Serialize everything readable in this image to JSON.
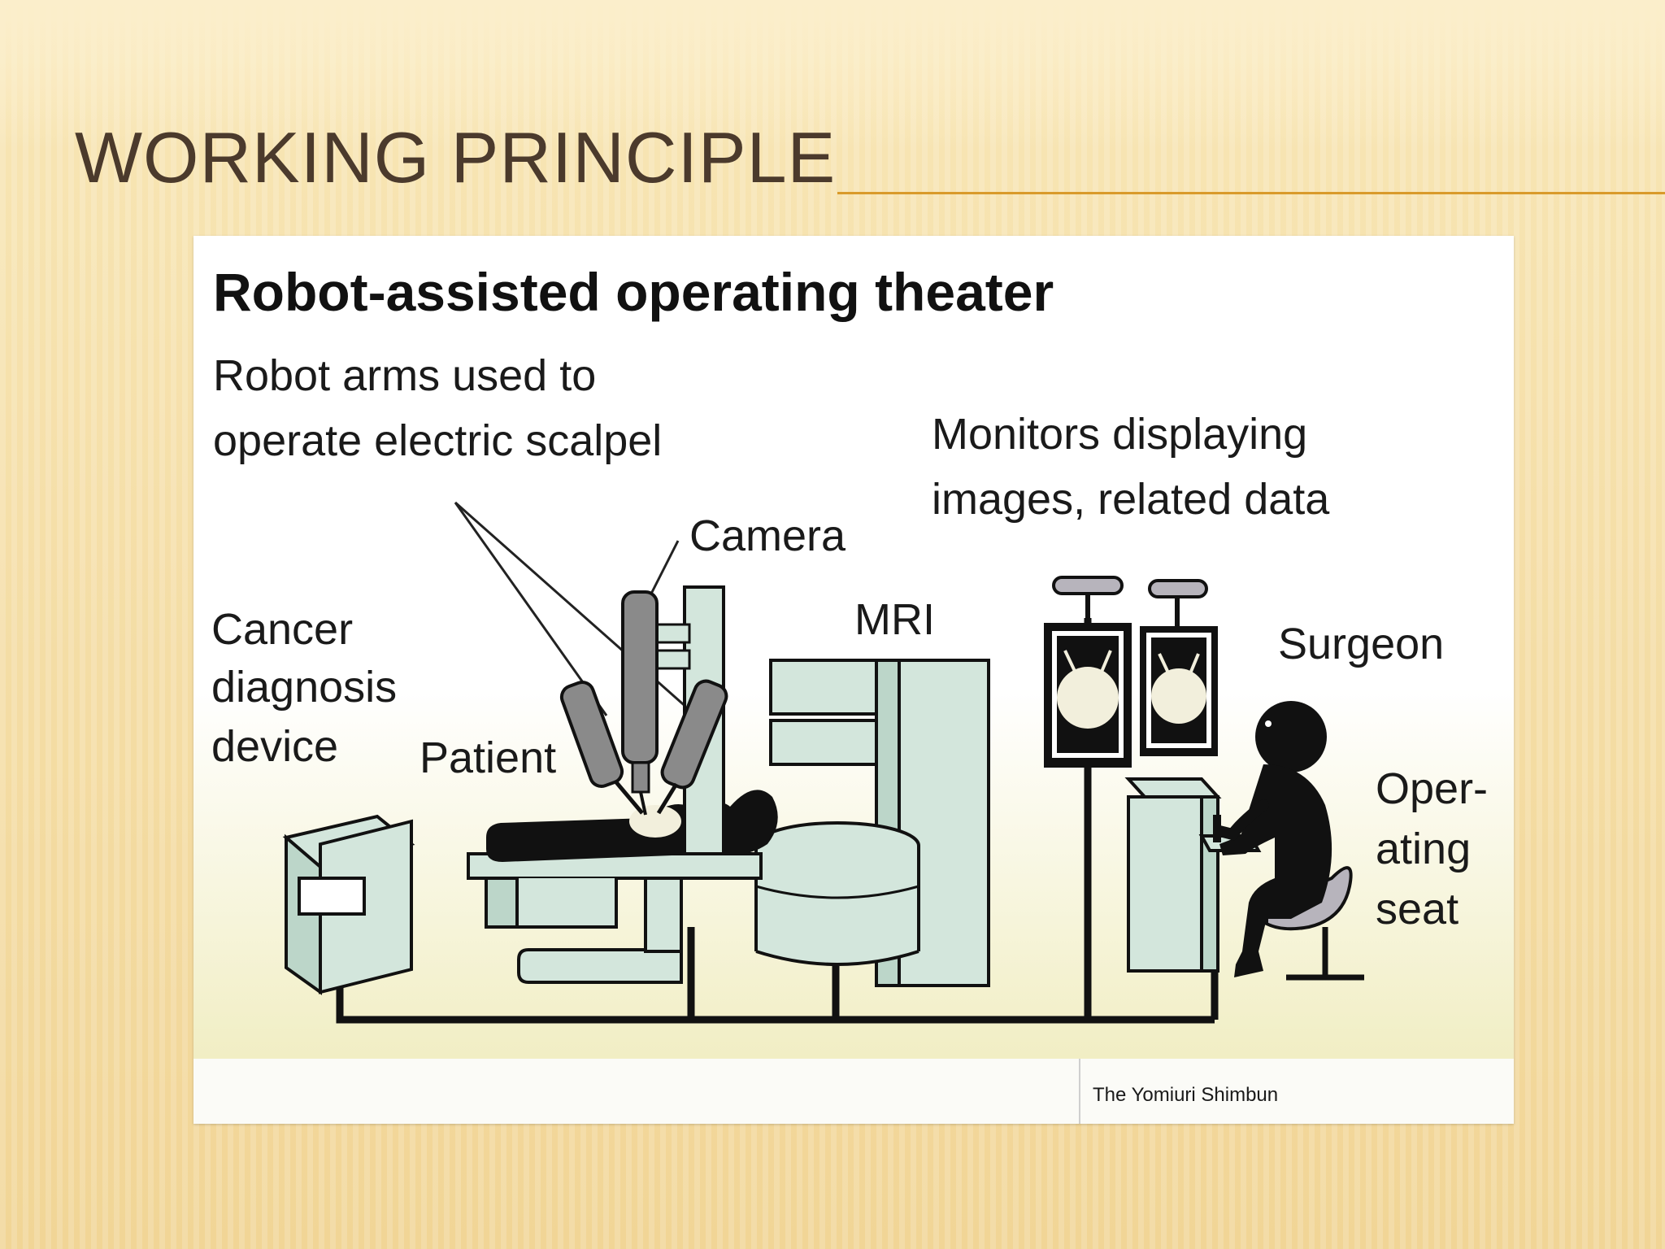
{
  "slide": {
    "title": "WORKING PRINCIPLE"
  },
  "diagram": {
    "heading": "Robot-assisted operating theater",
    "labels": {
      "robot_arms_line1": "Robot arms used to",
      "robot_arms_line2": "operate electric scalpel",
      "camera": "Camera",
      "monitors_line1": "Monitors displaying",
      "monitors_line2": "images, related data",
      "mri": "MRI",
      "cancer_line1": "Cancer",
      "cancer_line2": "diagnosis",
      "cancer_line3": "device",
      "patient": "Patient",
      "surgeon": "Surgeon",
      "seat_line1": "Oper-",
      "seat_line2": "ating",
      "seat_line3": "seat"
    },
    "credit": "The Yomiuri Shimbun",
    "colors": {
      "equipment_fill": "#d3e6dc",
      "silhouette": "#111111",
      "arm_fill": "#8a8a8a",
      "monitor_screen": "#f2efdc",
      "seat_fill": "#b7b4bc",
      "floor_tint": "#f3f0c8"
    }
  }
}
